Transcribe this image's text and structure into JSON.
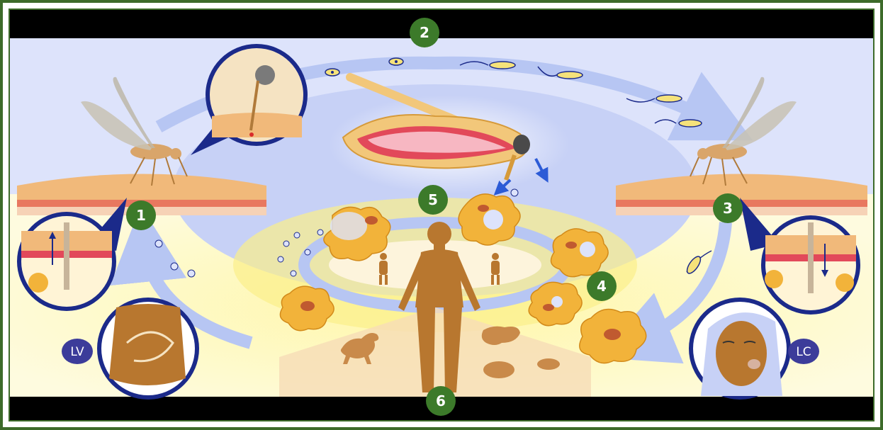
{
  "diagram": {
    "stages": [
      {
        "label": "1"
      },
      {
        "label": "2"
      },
      {
        "label": "3"
      },
      {
        "label": "4"
      },
      {
        "label": "5"
      },
      {
        "label": "6"
      }
    ],
    "clinical_forms": {
      "left": {
        "label": "LV"
      },
      "right": {
        "label": "LC"
      }
    }
  },
  "colors": {
    "frame_border": "#3d6b2a",
    "top_band": "#000000",
    "sky": "#dde3fb",
    "lower_bg": "#fdf7c6",
    "cycle_arrow": "#b7c6f3",
    "step_badge": "#3c7a2a",
    "form_badge": "#3c3c9a",
    "skin": "#f1b97a",
    "macrophage": "#f2b33a",
    "human_figure": "#b8772f"
  },
  "icons": {
    "sandfly": "sandfly-icon",
    "macrophage": "macrophage-icon",
    "parasite": "promastigote-icon",
    "human": "human-figure-icon"
  }
}
